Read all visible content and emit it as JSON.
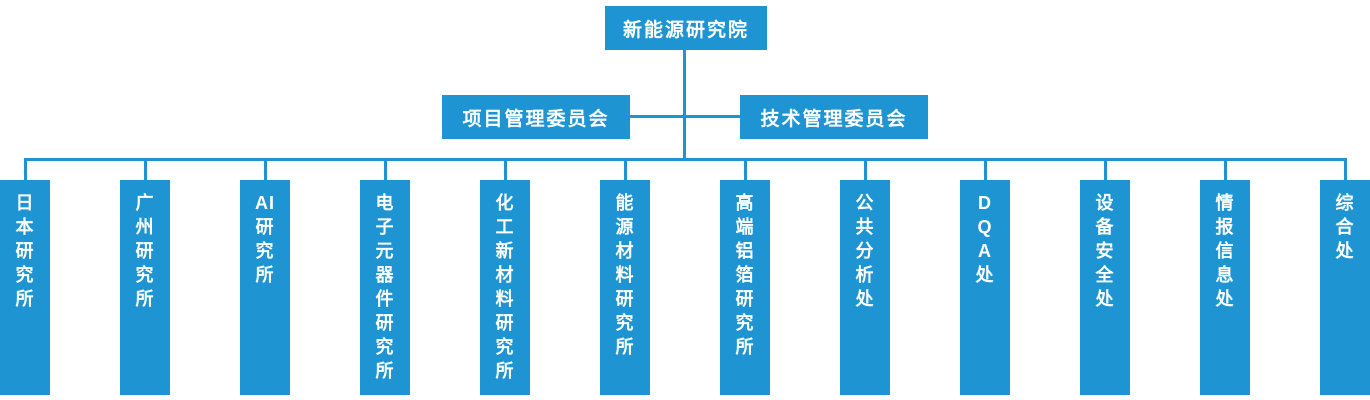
{
  "org_chart": {
    "root": {
      "label": "新能源研究院"
    },
    "committees": [
      {
        "label": "项目管理委员会"
      },
      {
        "label": "技术管理委员会"
      }
    ],
    "departments": [
      {
        "label": "日本研究所",
        "lines": [
          "日",
          "本",
          "研",
          "究",
          "所"
        ]
      },
      {
        "label": "广州研究所",
        "lines": [
          "广",
          "州",
          "研",
          "究",
          "所"
        ]
      },
      {
        "label": "AI研究所",
        "lines": [
          "AI",
          "研",
          "究",
          "所"
        ]
      },
      {
        "label": "电子元器件研究所",
        "lines": [
          "电",
          "子",
          "元",
          "器",
          "件",
          "研",
          "究",
          "所"
        ]
      },
      {
        "label": "化工新材料研究所",
        "lines": [
          "化",
          "工",
          "新",
          "材",
          "料",
          "研",
          "究",
          "所"
        ]
      },
      {
        "label": "能源材料研究所",
        "lines": [
          "能",
          "源",
          "材",
          "料",
          "研",
          "究",
          "所"
        ]
      },
      {
        "label": "高端铝箔研究所",
        "lines": [
          "高",
          "端",
          "铝",
          "箔",
          "研",
          "究",
          "所"
        ]
      },
      {
        "label": "公共分析处",
        "lines": [
          "公",
          "共",
          "分",
          "析",
          "处"
        ]
      },
      {
        "label": "DQA处",
        "lines": [
          "D",
          "Q",
          "A",
          "处"
        ]
      },
      {
        "label": "设备安全处",
        "lines": [
          "设",
          "备",
          "安",
          "全",
          "处"
        ]
      },
      {
        "label": "情报信息处",
        "lines": [
          "情",
          "报",
          "信",
          "息",
          "处"
        ]
      },
      {
        "label": "综合处",
        "lines": [
          "综",
          "合",
          "处"
        ]
      }
    ],
    "colors": {
      "node_blue": "#1E95D2",
      "connector_blue": "#1E95D2",
      "node_text": "#FFFFFF",
      "background": "#FFFFFF"
    }
  }
}
